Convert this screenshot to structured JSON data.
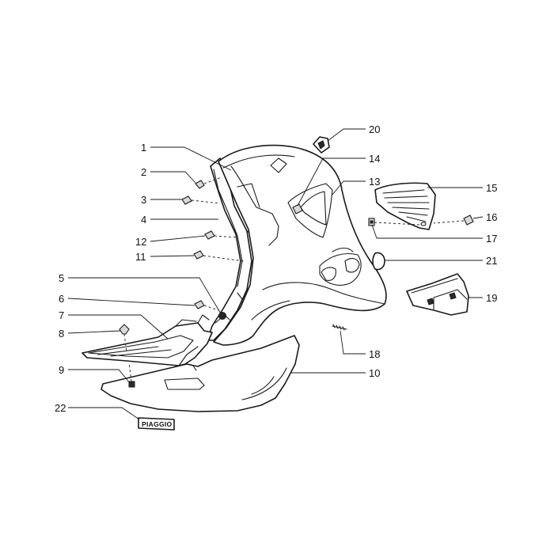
{
  "callouts": [
    {
      "id": "1",
      "label": "1"
    },
    {
      "id": "2",
      "label": "2"
    },
    {
      "id": "3",
      "label": "3"
    },
    {
      "id": "4",
      "label": "4"
    },
    {
      "id": "5",
      "label": "5"
    },
    {
      "id": "6",
      "label": "6"
    },
    {
      "id": "7",
      "label": "7"
    },
    {
      "id": "8",
      "label": "8"
    },
    {
      "id": "9",
      "label": "9"
    },
    {
      "id": "10",
      "label": "10"
    },
    {
      "id": "11",
      "label": "11"
    },
    {
      "id": "12",
      "label": "12"
    },
    {
      "id": "13",
      "label": "13"
    },
    {
      "id": "14",
      "label": "14"
    },
    {
      "id": "15",
      "label": "15"
    },
    {
      "id": "16",
      "label": "16"
    },
    {
      "id": "17",
      "label": "17"
    },
    {
      "id": "18",
      "label": "18"
    },
    {
      "id": "19",
      "label": "19"
    },
    {
      "id": "20",
      "label": "20"
    },
    {
      "id": "21",
      "label": "21"
    },
    {
      "id": "22",
      "label": "22"
    }
  ],
  "badge": {
    "text": "PIAGGIO"
  }
}
